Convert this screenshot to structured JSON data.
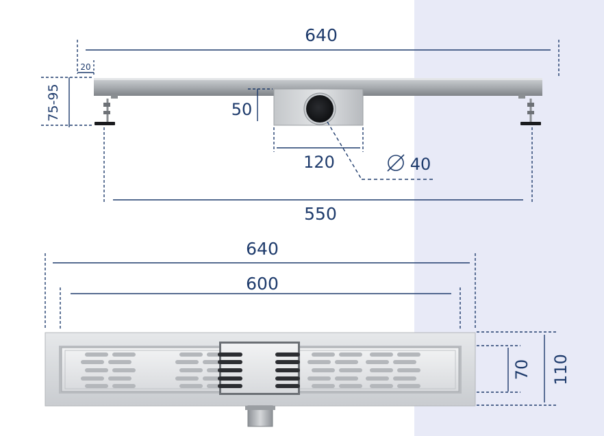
{
  "colors": {
    "dimension": "#1d3a6b",
    "background_panel": "#e8eaf7",
    "steel_light": "#d3d6d9",
    "steel_dark": "#8a8e92"
  },
  "top_view": {
    "overall_length": "640",
    "flange_width": "20",
    "height_range": "75-95",
    "outlet_height": "50",
    "outlet_width": "120",
    "outlet_diameter": "40",
    "leg_spacing": "550"
  },
  "front_view": {
    "overall_length": "640",
    "grate_length": "600",
    "grate_height": "70",
    "overall_height": "110"
  }
}
